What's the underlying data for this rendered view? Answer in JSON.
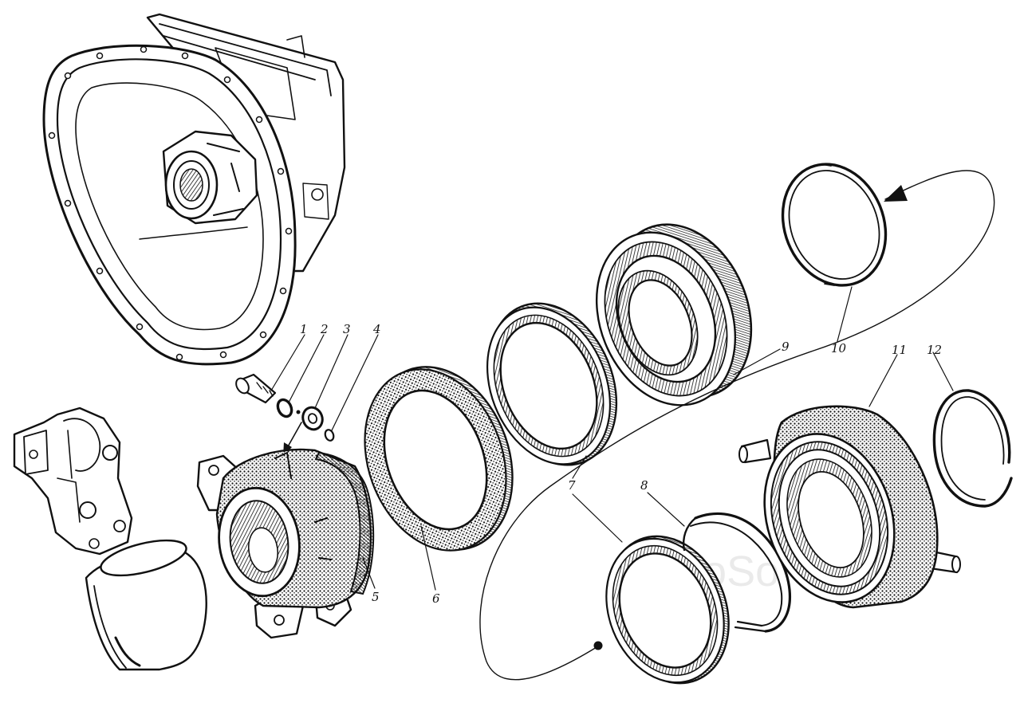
{
  "diagram": {
    "colors": {
      "ink": "#111111",
      "paper": "#ffffff",
      "watermark": "#d9d9d9"
    },
    "watermark": "AutoSo",
    "labels": {
      "p1": "1",
      "p2": "2",
      "p3": "3",
      "p4": "4",
      "p5": "5",
      "p6": "6",
      "p7": "7",
      "p8": "8",
      "p9": "9",
      "p10": "10",
      "p11": "11",
      "p12": "12"
    }
  }
}
